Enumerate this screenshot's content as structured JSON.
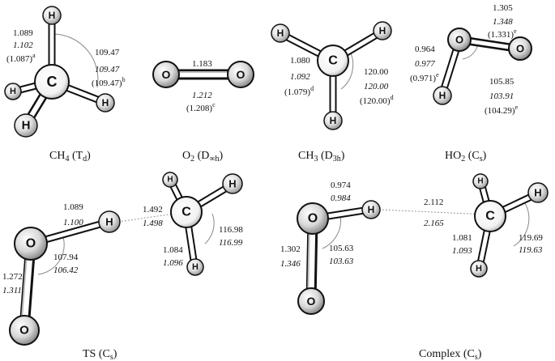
{
  "atoms": {
    "H": "H",
    "C": "C",
    "O": "O"
  },
  "ch4": {
    "caption": {
      "main": "CH",
      "sub1": "4",
      "mid": " (T",
      "sub2": "d",
      "end": ")"
    },
    "bond": {
      "v1": "1.089",
      "v2": "1.102",
      "v3": "(1.087)",
      "sup": "a"
    },
    "angle": {
      "v1": "109.47",
      "v2": "109.47",
      "v3": "(109.47)",
      "sup": "b"
    }
  },
  "o2": {
    "caption": {
      "main": "O",
      "sub1": "2",
      "mid": " (D",
      "sub2": "∞h",
      "end": ")"
    },
    "bond": {
      "v1": "1.183",
      "v2": "1.212",
      "v3": "(1.208)",
      "sup": "c"
    }
  },
  "ch3": {
    "caption": {
      "main": "CH",
      "sub1": "3",
      "mid": " (D",
      "sub2": "3h",
      "end": ")"
    },
    "bond": {
      "v1": "1.080",
      "v2": "1.092",
      "v3": "(1.079)",
      "sup": "d"
    },
    "angle": {
      "v1": "120.00",
      "v2": "120.00",
      "v3": "(120.00)",
      "sup": "d"
    }
  },
  "ho2": {
    "caption": {
      "main": "HO",
      "sub1": "2",
      "mid": " (C",
      "sub2": "s",
      "end": ")"
    },
    "oo": {
      "v1": "1.305",
      "v2": "1.348",
      "v3": "(1.331)",
      "sup": "e"
    },
    "oh": {
      "v1": "0.964",
      "v2": "0.977",
      "v3": "(0.971)",
      "sup": "e"
    },
    "angle": {
      "v1": "105.85",
      "v2": "103.91",
      "v3": "(104.29)",
      "sup": "e"
    }
  },
  "ts": {
    "caption": {
      "main": "TS (C",
      "sub": "s",
      "end": ")"
    },
    "oh": {
      "v1": "1.089",
      "v2": "1.100"
    },
    "hc": {
      "v1": "1.492",
      "v2": "1.498"
    },
    "ch": {
      "v1": "1.084",
      "v2": "1.096"
    },
    "angle_ooh": {
      "v1": "107.94",
      "v2": "106.42"
    },
    "angle_hch": {
      "v1": "116.98",
      "v2": "116.99"
    },
    "oo": {
      "v1": "1.272",
      "v2": "1.311"
    }
  },
  "complex": {
    "caption": {
      "main": "Complex (C",
      "sub": "s",
      "end": ")"
    },
    "oh": {
      "v1": "0.974",
      "v2": "0.984"
    },
    "hc": {
      "v1": "2.112",
      "v2": "2.165"
    },
    "oo": {
      "v1": "1.302",
      "v2": "1.346"
    },
    "angle_ooh": {
      "v1": "105.63",
      "v2": "103.63"
    },
    "ch": {
      "v1": "1.081",
      "v2": "1.093"
    },
    "angle_hch": {
      "v1": "119.69",
      "v2": "119.63"
    }
  }
}
